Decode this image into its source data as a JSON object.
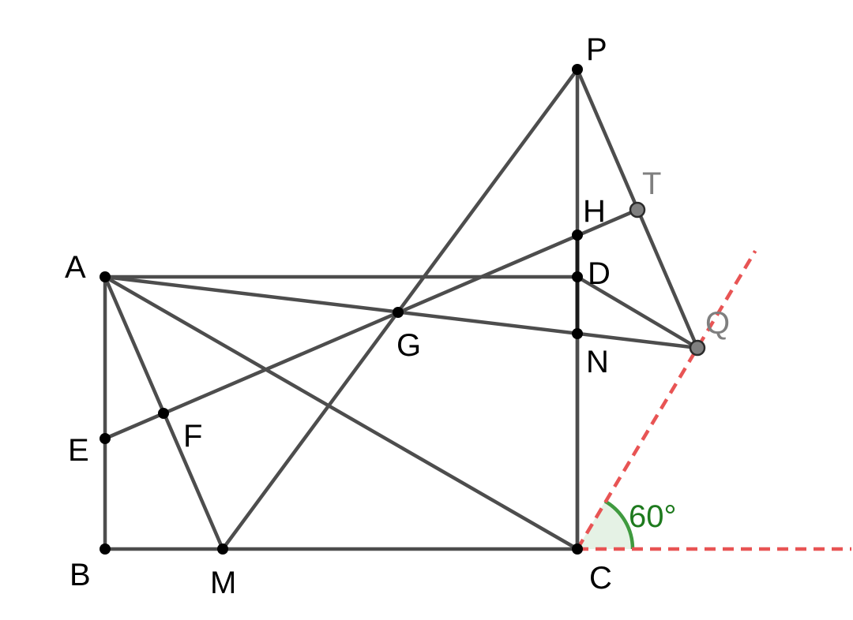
{
  "figure": {
    "points": [
      {
        "id": "A",
        "label": "A",
        "style": "fixed"
      },
      {
        "id": "B",
        "label": "B",
        "style": "fixed"
      },
      {
        "id": "C",
        "label": "C",
        "style": "fixed"
      },
      {
        "id": "D",
        "label": "D",
        "style": "fixed"
      },
      {
        "id": "E",
        "label": "E",
        "style": "fixed"
      },
      {
        "id": "F",
        "label": "F",
        "style": "fixed"
      },
      {
        "id": "G",
        "label": "G",
        "style": "fixed"
      },
      {
        "id": "H",
        "label": "H",
        "style": "fixed"
      },
      {
        "id": "M",
        "label": "M",
        "style": "fixed"
      },
      {
        "id": "N",
        "label": "N",
        "style": "fixed"
      },
      {
        "id": "P",
        "label": "P",
        "style": "fixed"
      },
      {
        "id": "Q",
        "label": "Q",
        "style": "free"
      },
      {
        "id": "T",
        "label": "T",
        "style": "free"
      }
    ],
    "segments": [
      [
        "A",
        "B"
      ],
      [
        "B",
        "C"
      ],
      [
        "C",
        "D"
      ],
      [
        "A",
        "D"
      ],
      [
        "A",
        "C"
      ],
      [
        "A",
        "M"
      ],
      [
        "M",
        "P"
      ],
      [
        "P",
        "C"
      ],
      [
        "P",
        "Q"
      ],
      [
        "E",
        "T"
      ],
      [
        "A",
        "Q"
      ],
      [
        "D",
        "Q"
      ]
    ],
    "emphasized_segments": [
      [
        "H",
        "N"
      ]
    ],
    "rays": [
      {
        "from": "C",
        "direction": "horizontal"
      },
      {
        "from": "C",
        "through": "Q"
      }
    ],
    "angle": {
      "vertex": "C",
      "label": "60°",
      "degrees": 60
    },
    "colors": {
      "segment": "#4d4d4d",
      "ray": "#e85454",
      "point": "#000000",
      "free_point": "#7f7f7f",
      "angle": "#3f9a3f"
    }
  }
}
